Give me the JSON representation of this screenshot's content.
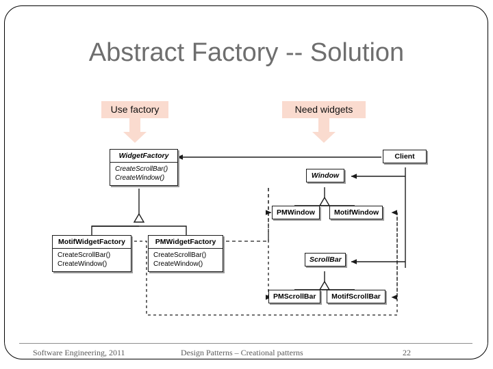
{
  "slide": {
    "title": "Abstract Factory -- Solution",
    "accent_callout": "#fadbcf",
    "title_color": "#6e6e6e",
    "footer": {
      "left": "Software Engineering, 2011",
      "center": "Design Patterns – Creational patterns",
      "page": "22"
    }
  },
  "callouts": [
    {
      "id": "use-factory",
      "label": "Use factory"
    },
    {
      "id": "need-widgets",
      "label": "Need widgets"
    }
  ],
  "diagram": {
    "classes": [
      {
        "id": "widget-factory",
        "name": "WidgetFactory",
        "abstract": true,
        "operations": [
          "CreateScrollBar()",
          "CreateWindow()"
        ]
      },
      {
        "id": "motif-widget-factory",
        "name": "MotifWidgetFactory",
        "abstract": false,
        "operations": [
          "CreateScrollBar()",
          "CreateWindow()"
        ]
      },
      {
        "id": "pm-widget-factory",
        "name": "PMWidgetFactory",
        "abstract": false,
        "operations": [
          "CreateScrollBar()",
          "CreateWindow()"
        ]
      },
      {
        "id": "client",
        "name": "Client",
        "abstract": false,
        "operations": []
      },
      {
        "id": "window",
        "name": "Window",
        "abstract": true,
        "operations": []
      },
      {
        "id": "pm-window",
        "name": "PMWindow",
        "abstract": false,
        "operations": []
      },
      {
        "id": "motif-window",
        "name": "MotifWindow",
        "abstract": false,
        "operations": []
      },
      {
        "id": "scrollbar",
        "name": "ScrollBar",
        "abstract": true,
        "operations": []
      },
      {
        "id": "pm-scrollbar",
        "name": "PMScrollBar",
        "abstract": false,
        "operations": []
      },
      {
        "id": "motif-scrollbar",
        "name": "MotifScrollBar",
        "abstract": false,
        "operations": []
      }
    ]
  }
}
